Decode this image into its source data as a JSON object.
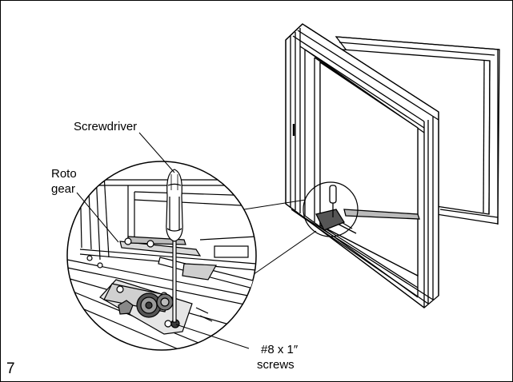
{
  "figure": {
    "step_number": "7",
    "labels": {
      "screwdriver": "Screwdriver",
      "roto_gear_line1": "Roto",
      "roto_gear_line2": "gear",
      "screws_line1": "#8 x 1″",
      "screws_line2": "screws"
    }
  },
  "colors": {
    "line": "#000000",
    "background": "#ffffff",
    "shade_light": "#d9d9d9",
    "shade_mid": "#9a9a9a",
    "shade_dark": "#3a3a3a"
  }
}
